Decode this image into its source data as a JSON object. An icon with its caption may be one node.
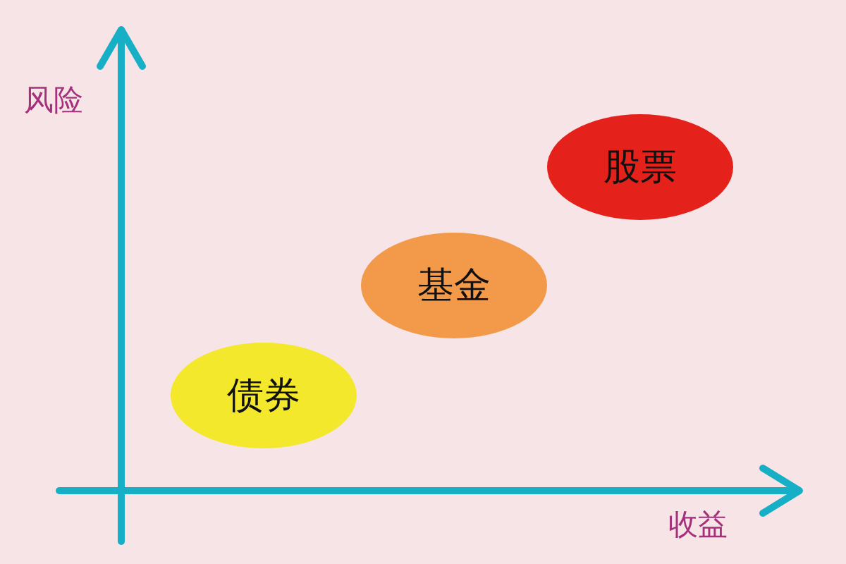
{
  "diagram": {
    "nodes": [
      {
        "text": [
          "债券"
        ]
      },
      {
        "text": [
          "基金"
        ]
      },
      {
        "text": [
          "股票"
        ]
      }
    ],
    "labels": [
      "风险",
      "收益"
    ]
  }
}
